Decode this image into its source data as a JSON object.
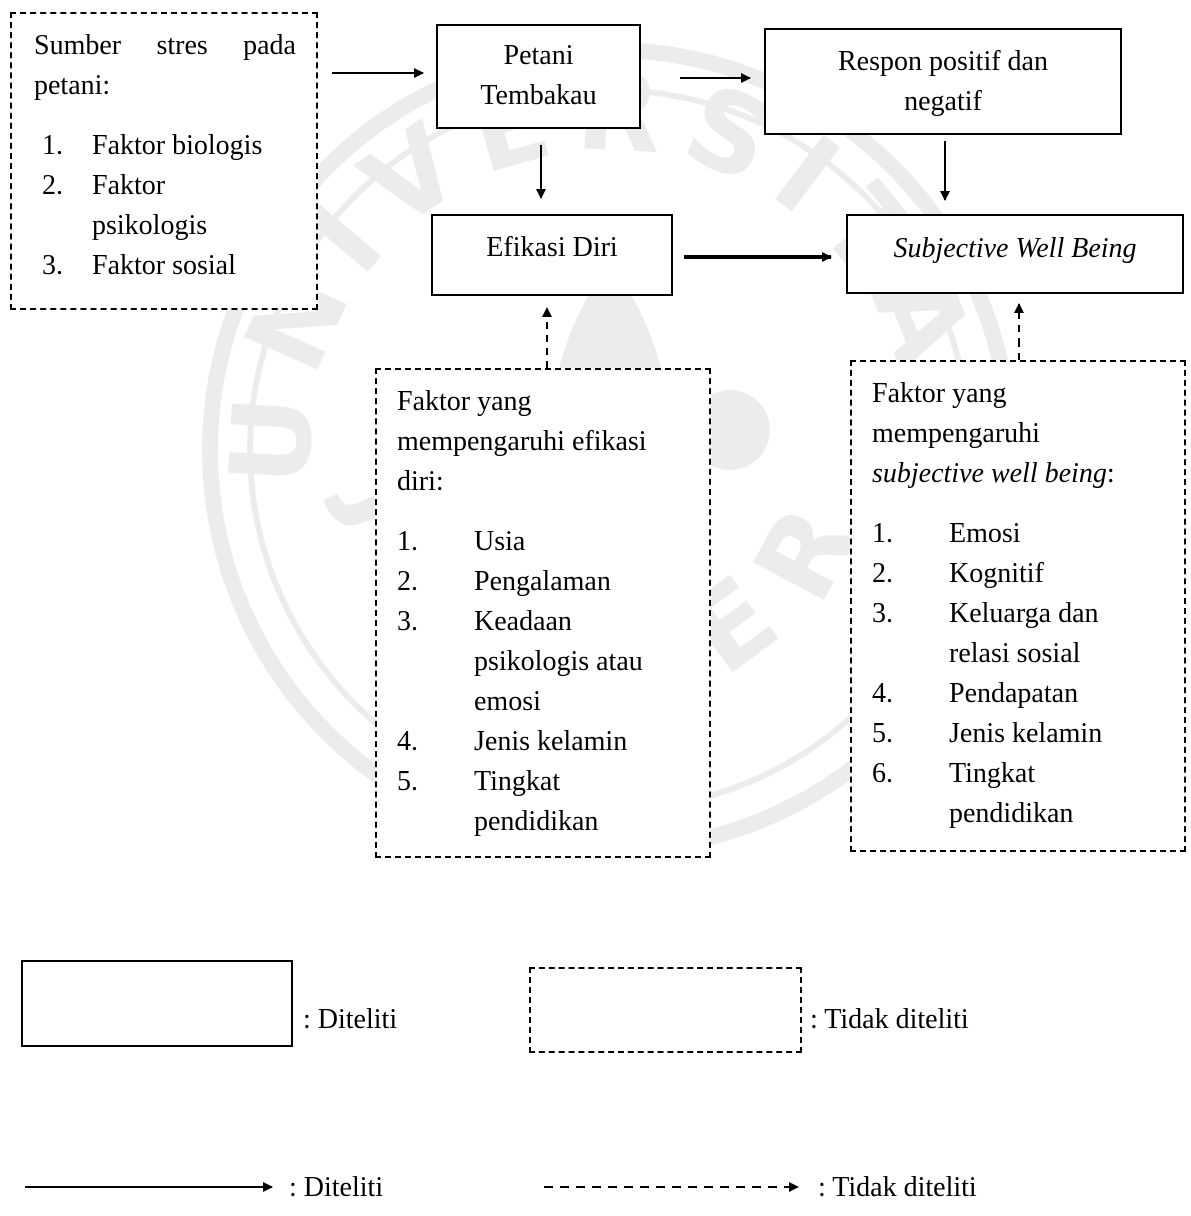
{
  "stress_sources": {
    "title": "Sumber stres pada petani:",
    "items": [
      {
        "num": "1.",
        "label": "Faktor biologis"
      },
      {
        "num": "2.",
        "label": "Faktor psikologis"
      },
      {
        "num": "3.",
        "label": "Faktor sosial"
      }
    ]
  },
  "farmer_box": {
    "label": "Petani Tembakau"
  },
  "response_box": {
    "label": "Respon positif dan negatif"
  },
  "self_efficacy_box": {
    "label": "Efikasi Diri"
  },
  "swb_box": {
    "label": "Subjective Well Being"
  },
  "efficacy_factors": {
    "title": "Faktor yang mempengaruhi efikasi diri:",
    "items": [
      {
        "num": "1.",
        "label": "Usia"
      },
      {
        "num": "2.",
        "label": "Pengalaman"
      },
      {
        "num": "3.",
        "label": "Keadaan psikologis atau emosi"
      },
      {
        "num": "4.",
        "label": "Jenis kelamin"
      },
      {
        "num": "5.",
        "label": "Tingkat pendidikan"
      }
    ]
  },
  "swb_factors": {
    "title_prefix": "Faktor yang mempengaruhi",
    "title_italic": "subjective well being",
    "title_suffix": ":",
    "items": [
      {
        "num": "1.",
        "label": "Emosi"
      },
      {
        "num": "2.",
        "label": "Kognitif"
      },
      {
        "num": "3.",
        "label": "Keluarga dan relasi sosial"
      },
      {
        "num": "4.",
        "label": "Pendapatan"
      },
      {
        "num": "5.",
        "label": "Jenis kelamin"
      },
      {
        "num": "6.",
        "label": "Tingkat pendidikan"
      }
    ]
  },
  "legend": {
    "solid_box": ": Diteliti",
    "dashed_box": ": Tidak diteliti",
    "solid_arrow": ": Diteliti",
    "dashed_arrow": ": Tidak diteliti"
  },
  "watermark_text": "UNIVERSITAS JEMBER"
}
